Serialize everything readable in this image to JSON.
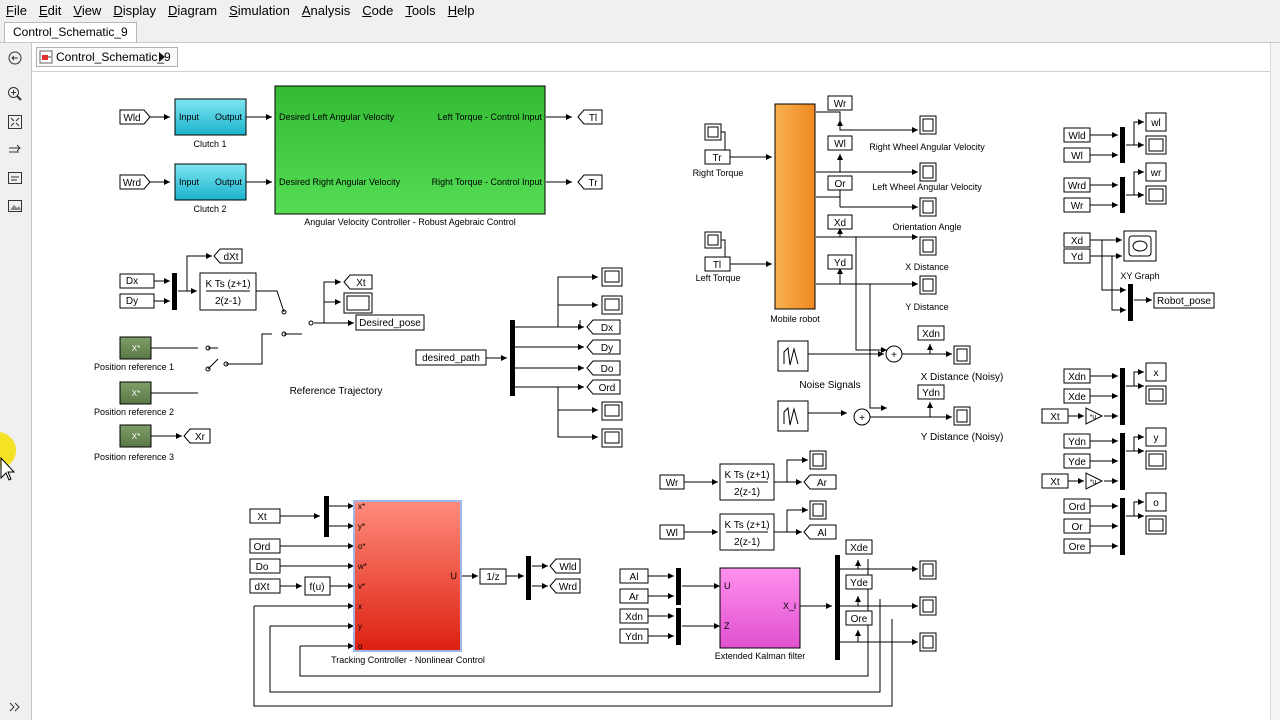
{
  "menu": [
    "File",
    "Edit",
    "View",
    "Display",
    "Diagram",
    "Simulation",
    "Analysis",
    "Code",
    "Tools",
    "Help"
  ],
  "tab": "Control_Schematic_9",
  "breadcrumb": "Control_Schematic_9",
  "colors": {
    "cyan": "#3cc7dc",
    "green": "#3cc83c",
    "orange": "#f5a030",
    "red_top": "#ff8878",
    "red_bottom": "#dd2211",
    "pink": "#f070dc",
    "olive": "#6b8a55"
  },
  "blocks": {
    "clutch1": {
      "in": "Input",
      "out": "Output",
      "caption": "Clutch 1"
    },
    "clutch2": {
      "in": "Input",
      "out": "Output",
      "caption": "Clutch 2"
    },
    "avc": {
      "in1": "Desired Left Angular Velocity",
      "in2": "Desired Right Angular Velocity",
      "out1": "Left Torque - Control Input",
      "out2": "Right Torque - Control Input",
      "caption": "Angular Velocity Controller - Robust Agebraic Control"
    },
    "tf_ref": {
      "num": "K Ts (z+1)",
      "den": "2(z-1)"
    },
    "tf_wr": {
      "num": "K Ts (z+1)",
      "den": "2(z-1)"
    },
    "tf_wl": {
      "num": "K Ts (z+1)",
      "den": "2(z-1)"
    },
    "robot": {
      "caption": "Mobile robot"
    },
    "tracking": {
      "ports": [
        "x*",
        "y*",
        "o*",
        "w*",
        "v*",
        "x",
        "y",
        "o"
      ],
      "out": "U",
      "caption": "Tracking Controller - Nonlinear Control"
    },
    "ekf": {
      "in1": "U",
      "in2": "Z",
      "out": "X_i",
      "caption": "Extended Kalman filter"
    },
    "delay": "1/z",
    "fcn": "f(u)",
    "gain": "*u",
    "xygraph": "XY Graph",
    "posref": "X*"
  },
  "labels": {
    "ref1": "Position reference 1",
    "ref2": "Position reference 2",
    "ref3": "Position reference 3",
    "reftraj": "Reference Trajectory",
    "noise": "Noise Signals",
    "right_torque": "Right Torque",
    "left_torque": "Left Torque",
    "rwav": "Right Wheel Angular Velocity",
    "lwav": "Left Wheel Angular Velocity",
    "orient": "Orientation Angle",
    "xdist": "X Distance",
    "ydist": "Y Distance",
    "xnoisy": "X Distance (Noisy)",
    "ynoisy": "Y Distance (Noisy)"
  },
  "tags": {
    "wld": "Wld",
    "wrd": "Wrd",
    "tl": "Tl",
    "tr": "Tr",
    "dxt": "dXt",
    "dx": "Dx",
    "dy": "Dy",
    "xt": "Xt",
    "desired_pose": "Desired_pose",
    "xr": "Xr",
    "desired_path": "desired_path",
    "do": "Do",
    "ord": "Ord",
    "wr": "Wr",
    "wl": "Wl",
    "or": "Or",
    "xd": "Xd",
    "yd": "Yd",
    "xdn": "Xdn",
    "ydn": "Ydn",
    "ar": "Ar",
    "al": "Al",
    "xde": "Xde",
    "yde": "Yde",
    "ore": "Ore",
    "robot_pose": "Robot_pose"
  },
  "scope_names": {
    "wl": "wl",
    "wr": "wr",
    "x": "x",
    "y": "y",
    "o": "o"
  }
}
